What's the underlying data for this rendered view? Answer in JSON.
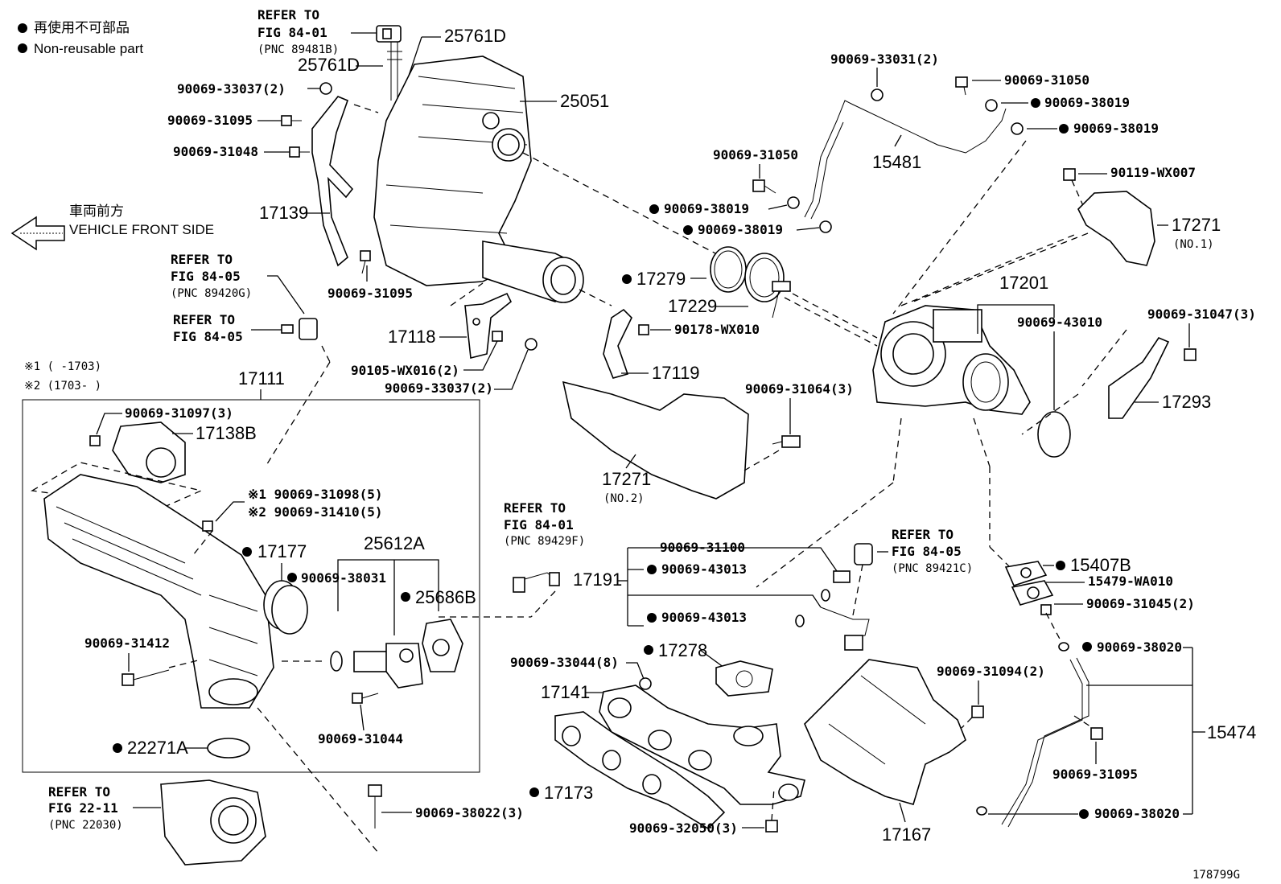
{
  "legend": {
    "jp_label": "再使用不可部品",
    "en_label": "Non-reusable part",
    "front_jp": "車両前方",
    "front_en": "VEHICLE FRONT SIDE",
    "note1": "※1 (      -1703)",
    "note2": "※2 (1703-      )"
  },
  "refer": [
    {
      "line1": "REFER TO",
      "line2": "FIG 84-01",
      "pnc": "(PNC 89481B)"
    },
    {
      "line1": "REFER TO",
      "line2": "FIG 84-05",
      "pnc": "(PNC 89420G)"
    },
    {
      "line1": "REFER TO",
      "line2": "FIG 84-05",
      "pnc": ""
    },
    {
      "line1": "REFER TO",
      "line2": "FIG 84-01",
      "pnc": "(PNC 89429F)"
    },
    {
      "line1": "REFER TO",
      "line2": "FIG 84-05",
      "pnc": "(PNC 89421C)"
    },
    {
      "line1": "REFER TO",
      "line2": "FIG 22-11",
      "pnc": "(PNC 22030)"
    }
  ],
  "labels": {
    "l25761d_a": "25761D",
    "l25761d_b": "25761D",
    "l33037_a": "90069-33037(2)",
    "l31095_a": "90069-31095",
    "l31048": "90069-31048",
    "l25051": "25051",
    "l17139": "17139",
    "l31095_b": "90069-31095",
    "l17118": "17118",
    "lwx016": "90105-WX016(2)",
    "l33037_b": "90069-33037(2)",
    "l17111": "17111",
    "l31097": "90069-31097(3)",
    "l17138b": "17138B",
    "l31098": "※1 90069-31098(5)",
    "l31410": "※2 90069-31410(5)",
    "l17177": "17177",
    "l25612a": "25612A",
    "l38031": "90069-38031",
    "l25686b": "25686B",
    "l31412": "90069-31412",
    "l31044": "90069-31044",
    "l22271a": "22271A",
    "l38022": "90069-38022(3)",
    "l33031": "90069-33031(2)",
    "l31050_a": "90069-31050",
    "l38019_a": "90069-38019",
    "l38019_b": "90069-38019",
    "l15481": "15481",
    "l31050_b": "90069-31050",
    "l38019_c": "90069-38019",
    "l38019_d": "90069-38019",
    "lwx007": "90119-WX007",
    "l17271_1": "17271",
    "l17271_1n": "(NO.1)",
    "l17279": "17279",
    "l17229": "17229",
    "lwx010": "90178-WX010",
    "l17119": "17119",
    "l17201": "17201",
    "l43010": "90069-43010",
    "l31047": "90069-31047(3)",
    "l17293": "17293",
    "l31064": "90069-31064(3)",
    "l17271_2": "17271",
    "l17271_2n": "(NO.2)",
    "l31100": "90069-31100",
    "l43013_a": "90069-43013",
    "l43013_b": "90069-43013",
    "l17191": "17191",
    "l15407b": "15407B",
    "lwa010": "15479-WA010",
    "l31045": "90069-31045(2)",
    "l38020_a": "90069-38020",
    "l15474": "15474",
    "l31095_c": "90069-31095",
    "l38020_b": "90069-38020",
    "l33044": "90069-33044(8)",
    "l17278": "17278",
    "l17141": "17141",
    "l17173": "17173",
    "l32050": "90069-32050(3)",
    "l31094": "90069-31094(2)",
    "l17167": "17167",
    "lref": "178799G"
  }
}
